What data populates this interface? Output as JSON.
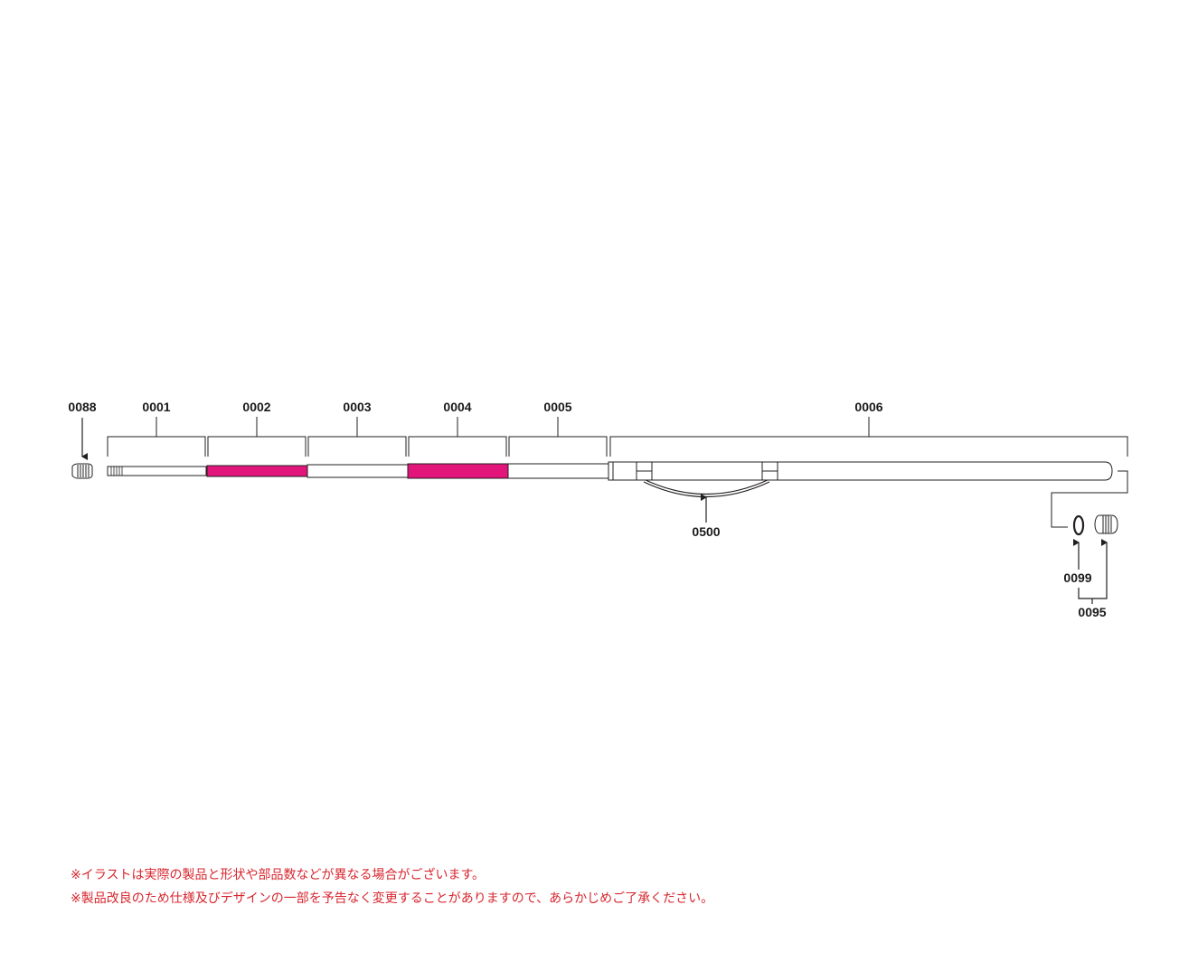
{
  "parts": {
    "p0088": "0088",
    "p0001": "0001",
    "p0002": "0002",
    "p0003": "0003",
    "p0004": "0004",
    "p0005": "0005",
    "p0006": "0006",
    "p0500": "0500",
    "p0099": "0099",
    "p0095": "0095"
  },
  "colors": {
    "accent_segment": "#e2157a",
    "line": "#231f20",
    "note_text": "#d7262e"
  },
  "notes": {
    "line1": "※イラストは実際の製品と形状や部品数などが異なる場合がございます。",
    "line2": "※製品改良のため仕様及びデザインの一部を予告なく変更することがありますので、あらかじめご了承ください。"
  }
}
